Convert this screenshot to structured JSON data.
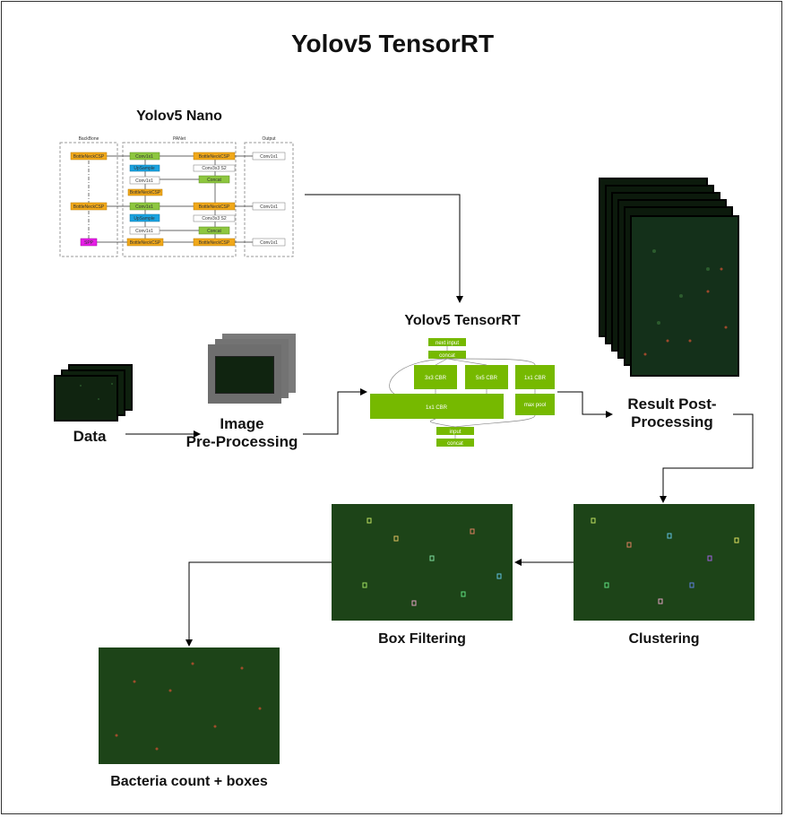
{
  "title": "Yolov5 TensorRT",
  "nano": {
    "label": "Yolov5 Nano",
    "backbone_label": "BackBone",
    "panet_label": "PANet",
    "output_label": "Output",
    "bottleneck": "BottleNeckCSP",
    "conv1x1": "Conv1x1",
    "conv3x3": "Conv3x3 S2",
    "upsample": "UpSample",
    "concat": "Concat",
    "spp": "SPP"
  },
  "trt": {
    "label": "Yolov5 TensorRT",
    "next_input": "next input",
    "concat": "concat",
    "cbr3": "3x3 CBR",
    "cbr5": "5x5 CBR",
    "cbr1_small": "1x1 CBR",
    "cbr1_big": "1x1 CBR",
    "max_pool": "max pool",
    "input": "input",
    "concat_bottom": "concat"
  },
  "steps": {
    "data": "Data",
    "preprocess_line1": "Image",
    "preprocess_line2": "Pre-Processing",
    "postprocess_line1": "Result Post-",
    "postprocess_line2": "Processing",
    "clustering": "Clustering",
    "box_filtering": "Box Filtering",
    "result": "Bacteria count + boxes"
  },
  "colors": {
    "nvidia_green": "#76b900",
    "panel_green": "#1d4418",
    "bottleneck_orange": "#f0a81a",
    "conv_green": "#8dc63f",
    "upsample_blue": "#1aa3e0",
    "spp_magenta": "#e61ee6"
  }
}
